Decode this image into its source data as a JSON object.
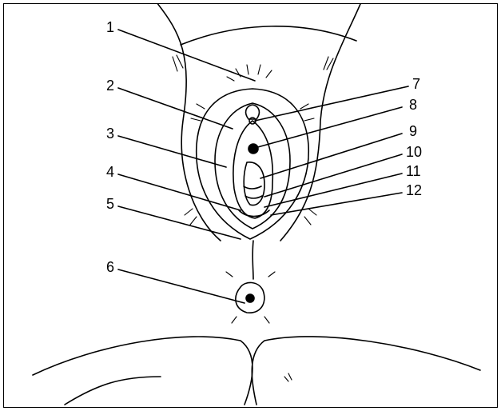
{
  "figure": {
    "background": "#ffffff",
    "stroke": "#000000",
    "labels": [
      "1",
      "2",
      "3",
      "4",
      "5",
      "6",
      "7",
      "8",
      "9",
      "10",
      "11",
      "12"
    ]
  }
}
